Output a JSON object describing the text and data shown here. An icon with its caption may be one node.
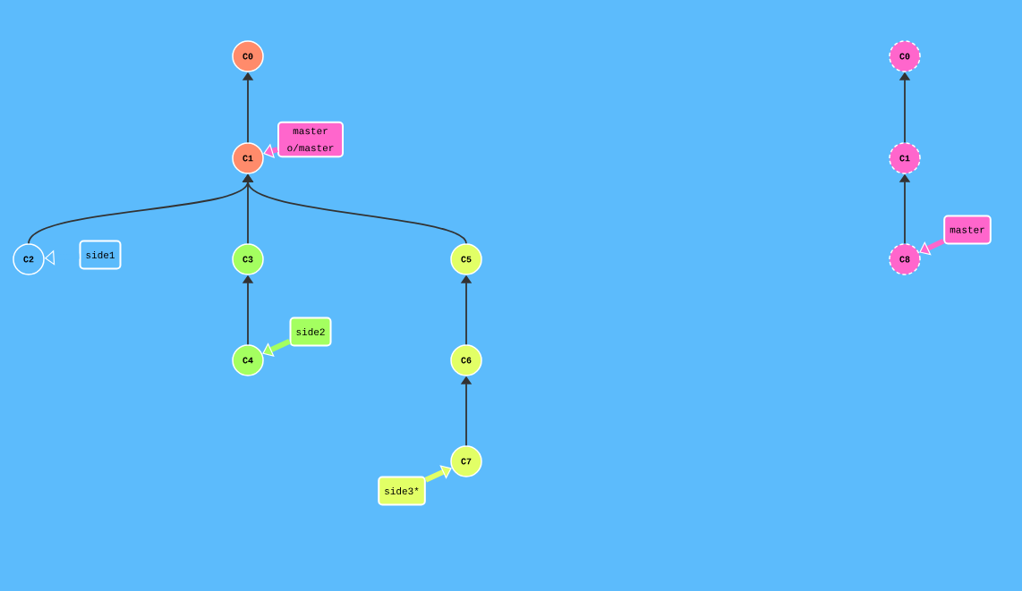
{
  "diagram": {
    "nodes": [
      {
        "text": [
          "C0"
        ]
      },
      {
        "text": [
          "C1"
        ]
      },
      {
        "text": [
          "master o/master"
        ]
      },
      {
        "text": [
          "C2"
        ]
      },
      {
        "text": [
          "side1"
        ]
      },
      {
        "text": [
          "C3"
        ]
      },
      {
        "text": [
          "C5"
        ]
      },
      {
        "text": [
          "side2"
        ]
      },
      {
        "text": [
          "C4"
        ]
      },
      {
        "text": [
          "C6"
        ]
      },
      {
        "text": [
          "C7"
        ]
      },
      {
        "text": [
          "side3*"
        ]
      },
      {
        "text": [
          "C0"
        ]
      },
      {
        "text": [
          "C1"
        ]
      },
      {
        "text": [
          "master"
        ]
      },
      {
        "text": [
          "C8"
        ]
      }
    ],
    "edges": [
      {
        "from": 1,
        "to": 0,
        "arrow": "to"
      },
      {
        "from": 3,
        "to": 1,
        "arrow": "to"
      },
      {
        "from": 5,
        "to": 1,
        "arrow": "to"
      },
      {
        "from": 6,
        "to": 1,
        "arrow": "to"
      },
      {
        "from": 8,
        "to": 5,
        "arrow": "to"
      },
      {
        "from": 9,
        "to": 6,
        "arrow": "to"
      },
      {
        "from": 10,
        "to": 9,
        "arrow": "to"
      },
      {
        "from": 13,
        "to": 12,
        "arrow": "to"
      },
      {
        "from": 15,
        "to": 13,
        "arrow": "to"
      },
      {
        "from": 2,
        "to": 1,
        "arrow": "to",
        "style": "thick",
        "color": "#ff66cc"
      },
      {
        "from": 4,
        "to": 3,
        "arrow": "to",
        "style": "thick",
        "color": "#5cbbfc"
      },
      {
        "from": 7,
        "to": 8,
        "arrow": "to",
        "style": "thick",
        "color": "#a4ff60"
      },
      {
        "from": 11,
        "to": 10,
        "arrow": "to",
        "style": "thick",
        "color": "#e2ff66"
      },
      {
        "from": 14,
        "to": 15,
        "arrow": "to",
        "style": "thick",
        "color": "#ff66cc"
      }
    ]
  }
}
